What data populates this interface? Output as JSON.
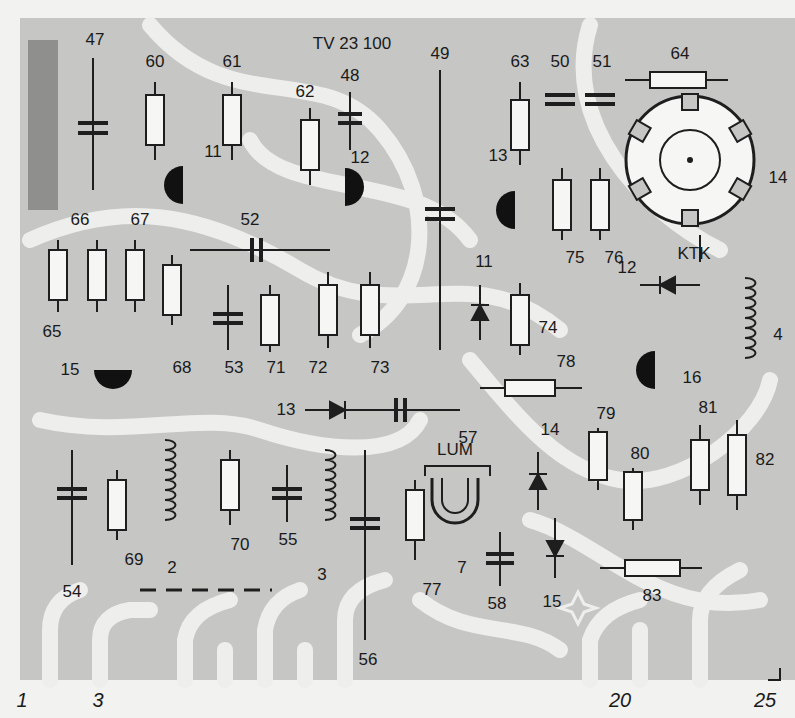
{
  "diagram": {
    "labels": [
      "TV 23 100",
      "47",
      "60",
      "61",
      "62",
      "48",
      "49",
      "63",
      "50",
      "51",
      "64",
      "14",
      "11",
      "12",
      "13",
      "KTK",
      "66",
      "67",
      "52",
      "65",
      "75",
      "76",
      "11",
      "12",
      "4",
      "15",
      "68",
      "53",
      "71",
      "72",
      "73",
      "74",
      "78",
      "16",
      "13",
      "57",
      "LUM",
      "14",
      "79",
      "80",
      "81",
      "82",
      "69",
      "2",
      "70",
      "55",
      "3",
      "56",
      "77",
      "7",
      "58",
      "15",
      "83",
      "54",
      "1",
      "3",
      "20",
      "25"
    ]
  }
}
